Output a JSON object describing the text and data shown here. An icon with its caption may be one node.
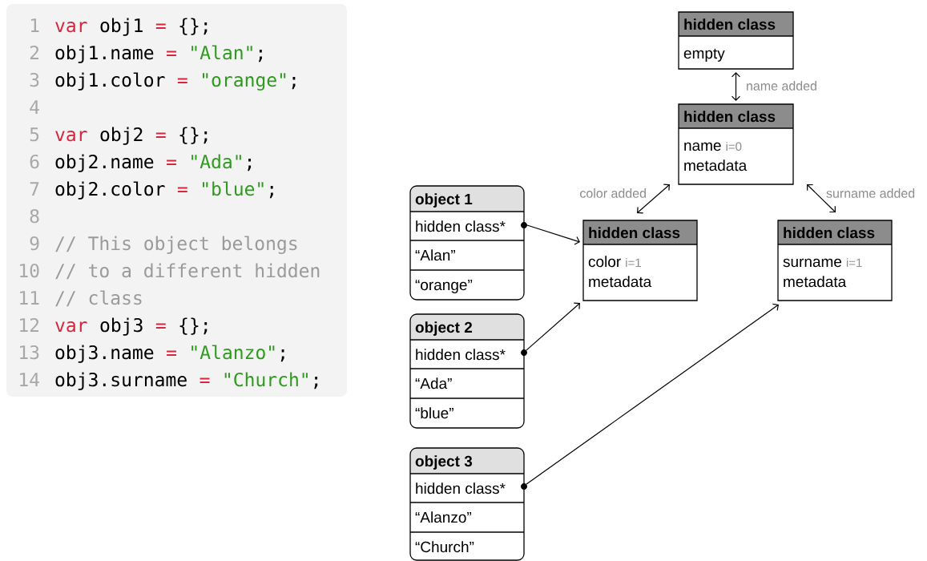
{
  "diagram": {
    "nodes": [
      {
        "text": [
          "1",
          "var",
          "obj1",
          "=",
          "{};",
          "2",
          "obj1.name",
          "=",
          "\"Alan\"",
          ";",
          "3",
          "obj1.color",
          "=",
          "\"orange\"",
          ";",
          "4",
          "5",
          "var",
          "obj2",
          "=",
          "{};",
          "6",
          "obj2.name",
          "=",
          "\"Ada\"",
          ";",
          "7",
          "obj2.color",
          "=",
          "\"blue\"",
          ";",
          "8",
          "9",
          "// This object belongs",
          "10",
          "// to a different hidden",
          "11",
          "// class",
          "12",
          "var",
          "obj3",
          "=",
          "{};",
          "13",
          "obj3.name",
          "=",
          "\"Alanzo\"",
          ";",
          "14",
          "obj3.surname",
          "=",
          "\"Church\"",
          ";"
        ]
      },
      {
        "text": [
          "hidden class",
          "empty"
        ]
      },
      {
        "text": [
          "hidden class",
          "name",
          "i=0",
          "metadata"
        ]
      },
      {
        "text": [
          "hidden class",
          "color",
          "i=1",
          "metadata"
        ]
      },
      {
        "text": [
          "hidden class",
          "surname",
          "i=1",
          "metadata"
        ]
      },
      {
        "text": [
          "object 1",
          "hidden class*",
          "“Alan”",
          "“orange”"
        ]
      },
      {
        "text": [
          "object 2",
          "hidden class*",
          "“Ada”",
          "“blue”"
        ]
      },
      {
        "text": [
          "object 3",
          "hidden class*",
          "“Alanzo”",
          "“Church”"
        ]
      },
      {
        "text": [],
        "shape": "circle"
      },
      {
        "text": [],
        "shape": "circle"
      },
      {
        "text": [],
        "shape": "circle"
      }
    ],
    "edges": [
      {
        "from": 1,
        "to": 2,
        "arrow": "both",
        "label": "name added"
      },
      {
        "from": 2,
        "to": 3,
        "arrow": "both",
        "label": "color added"
      },
      {
        "from": 2,
        "to": 4,
        "arrow": "both",
        "label": "surname added"
      },
      {
        "from": 8,
        "to": 3,
        "arrow": "to"
      },
      {
        "from": 9,
        "to": 3,
        "arrow": "to"
      },
      {
        "from": 10,
        "to": 4,
        "arrow": "to"
      }
    ]
  }
}
